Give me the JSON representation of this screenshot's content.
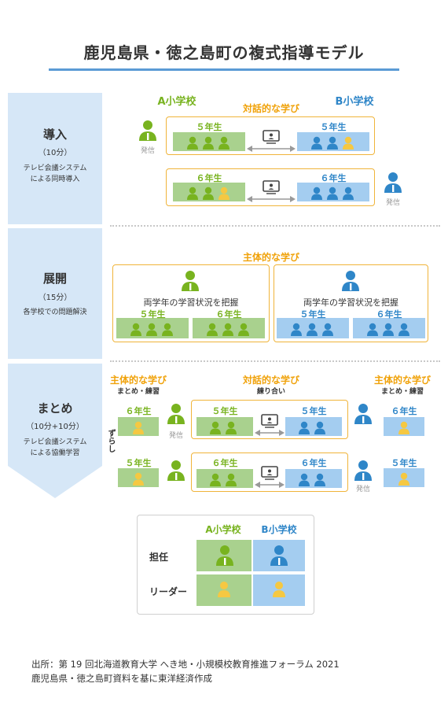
{
  "title": "鹿児島県・徳之島町の複式指導モデル",
  "phases": {
    "intro": {
      "title": "導入",
      "time": "（10分）",
      "desc1": "テレビ会議システム",
      "desc2": "による同時導入"
    },
    "develop": {
      "title": "展開",
      "time": "（15分）",
      "desc1": "各学校での問題解決"
    },
    "summary": {
      "title": "まとめ",
      "time": "（10分+10分）",
      "desc1": "テレビ会議システム",
      "desc2": "による協働学習"
    }
  },
  "schools": {
    "a": "A小学校",
    "b": "B小学校"
  },
  "labels": {
    "taiwa": "対話的な学び",
    "shutai": "主体的な学び",
    "hasshin": "発信",
    "grade5": "５年生",
    "grade6": "６年生",
    "matome_renshu": "まとめ・練習",
    "neriai": "練り合い",
    "zurashi": "ずらし",
    "haaku": "両学年の学習状況を把握"
  },
  "legend": {
    "a": "A小学校",
    "b": "B小学校",
    "tannin": "担任",
    "leader": "リーダー"
  },
  "source": {
    "line1": "出所：第 19 回北海道教育大学 へき地・小規模校教育推進フォーラム 2021",
    "line2": "鹿児島県・徳之島町資料を基に東洋経済作成"
  },
  "colors": {
    "green": "#78b31f",
    "green_bg": "#a9d18e",
    "blue": "#2f86c8",
    "blue_bg": "#a4cdf0",
    "orange": "#f0a20a",
    "yellow": "#f5c842",
    "phase_bg": "#d6e7f7"
  },
  "icons": [
    "teacher-icon",
    "student-icon",
    "leader-student-icon",
    "monitor-icon",
    "arrow-icon"
  ]
}
